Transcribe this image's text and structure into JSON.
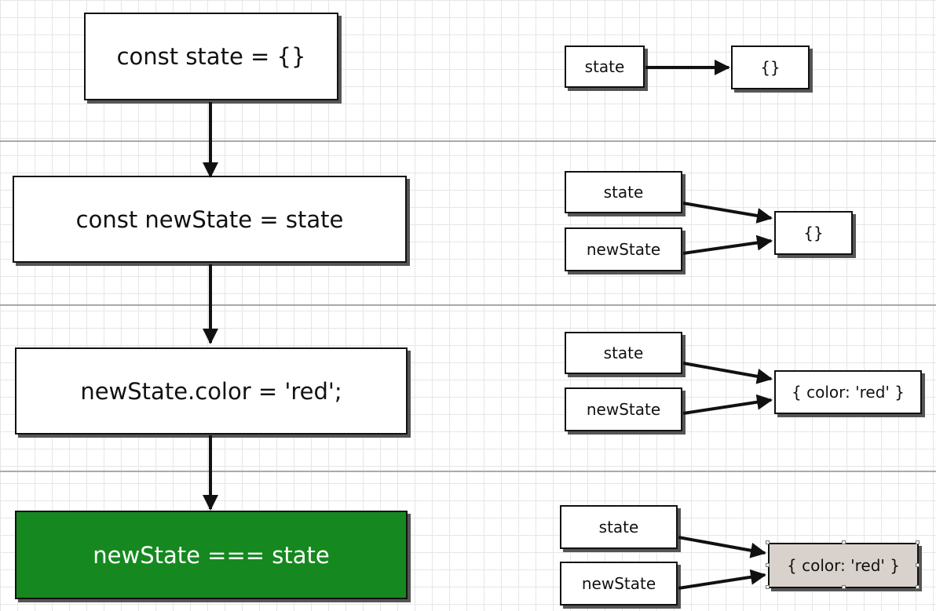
{
  "steps": [
    {
      "code": "const state = {}",
      "refs": [
        "state"
      ],
      "object": "{}"
    },
    {
      "code": "const newState = state",
      "refs": [
        "state",
        "newState"
      ],
      "object": "{}"
    },
    {
      "code": "newState.color = 'red';",
      "refs": [
        "state",
        "newState"
      ],
      "object": "{ color: 'red' }"
    },
    {
      "code": "newState === state",
      "refs": [
        "state",
        "newState"
      ],
      "object": "{ color: 'red' }",
      "highlight_color": "#15891f",
      "selected_object_color": "#d9d2cc"
    }
  ]
}
